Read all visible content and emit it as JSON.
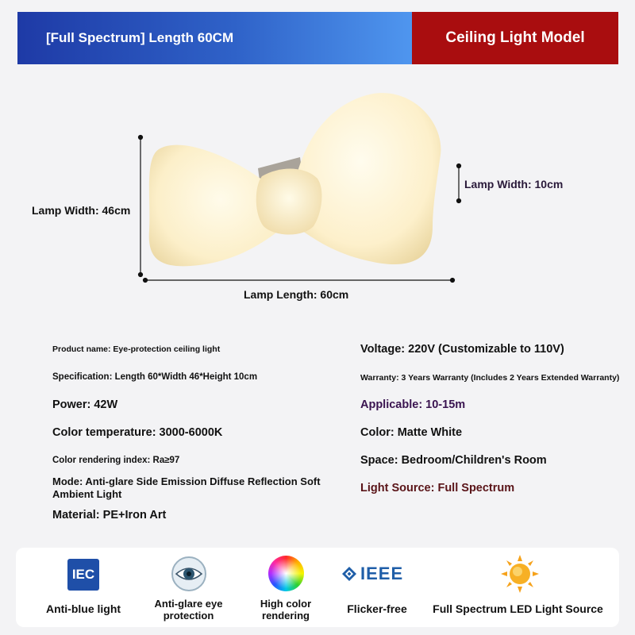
{
  "banner": {
    "left": "[Full Spectrum] Length 60CM",
    "right": "Ceiling Light Model"
  },
  "dimensions": {
    "width_left": "Lamp Width: 46cm",
    "width_right": "Lamp Width: 10cm",
    "length": "Lamp Length: 60cm"
  },
  "specs_left": {
    "product_name": "Product name: Eye-protection ceiling light",
    "specification": "Specification: Length 60*Width 46*Height 10cm",
    "power": "Power: 42W",
    "color_temperature": "Color temperature: 3000-6000K",
    "cri": "Color rendering index: Ra≥97",
    "mode": "Mode: Anti-glare Side Emission Diffuse Reflection Soft Ambient Light",
    "material": "Material: PE+Iron Art"
  },
  "specs_right": {
    "voltage": "Voltage: 220V (Customizable to 110V)",
    "warranty": "Warranty: 3 Years Warranty (Includes 2 Years Extended Warranty)",
    "applicable": "Applicable: 10-15m",
    "color": "Color: Matte White",
    "space": "Space: Bedroom/Children's Room",
    "light_source": "Light Source: Full Spectrum"
  },
  "features": [
    {
      "label": "Anti-blue light",
      "icon": "iec-icon"
    },
    {
      "label": "Anti-glare eye protection",
      "icon": "eye-icon"
    },
    {
      "label": "High color rendering",
      "icon": "color-wheel-icon"
    },
    {
      "label": "Flicker-free",
      "icon": "ieee-icon"
    },
    {
      "label": "Full Spectrum LED Light Source",
      "icon": "sun-icon"
    }
  ],
  "icon_text": {
    "iec": "IEC",
    "ieee": "IEEE"
  },
  "colors": {
    "banner_blue": "#2f62c8",
    "banner_red": "#a90d0f",
    "lamp": "#fff3d0"
  }
}
